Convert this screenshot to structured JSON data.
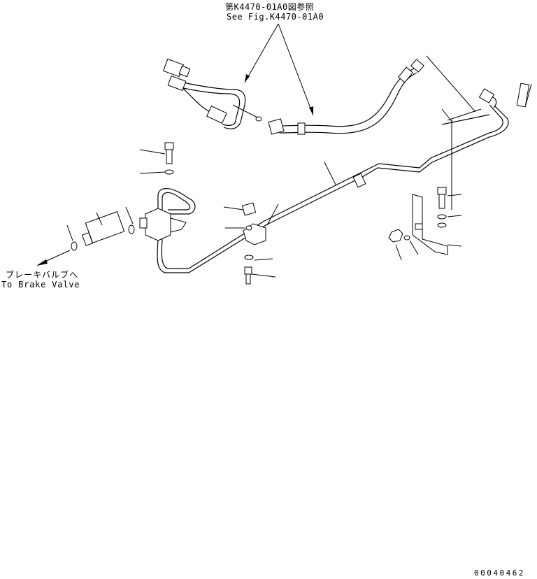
{
  "annotations": {
    "reference_jp": "第K4470-01A0図参照",
    "reference_en": "See Fig.K4470-01A0",
    "destination_jp": "ブレーキバルブへ",
    "destination_en": "To Brake Valve"
  },
  "drawing_code": "00040462",
  "colors": {
    "line": "#000000",
    "background": "#ffffff"
  }
}
